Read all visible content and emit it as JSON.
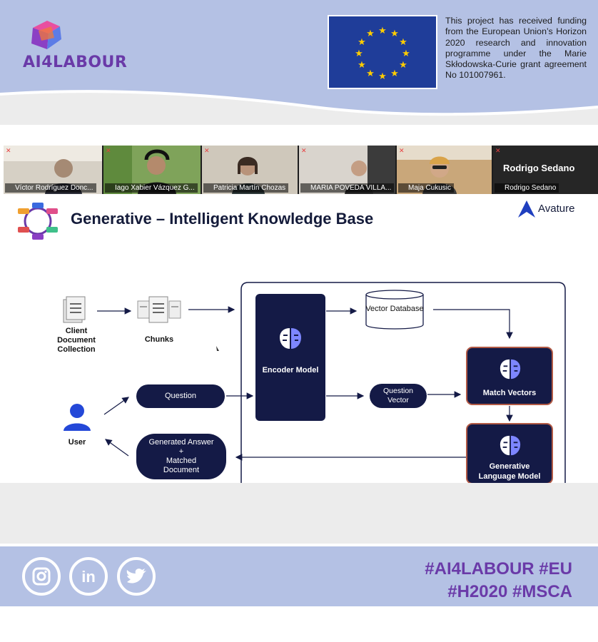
{
  "header": {
    "logo_text": "AI4LABOUR",
    "funding_text": "This project has received funding from the European Union’s Horizon 2020 research and innovation programme under the Marie Skłodowska-Curie grant agreement No 101007961."
  },
  "meeting": {
    "participants": [
      {
        "name": "Víctor Rodríguez Donc...",
        "muted": true
      },
      {
        "name": "Iago Xabier Vázquez G...",
        "muted": true
      },
      {
        "name": "Patricia Martín Chozas",
        "muted": true
      },
      {
        "name": "MARIA POVEDA VILLA...",
        "muted": true
      },
      {
        "name": "Maja Cukusic",
        "muted": true
      },
      {
        "name": "Rodrigo Sedano",
        "muted": true,
        "display_name": "Rodrigo Sedano"
      }
    ]
  },
  "slide": {
    "title": "Generative – Intelligent Knowledge Base",
    "brand": "Avature",
    "nodes": {
      "client_docs": "Client Document Collection",
      "chunks": "Chunks",
      "user": "User",
      "question": "Question",
      "answer_line1": "Generated Answer",
      "answer_line2": "+",
      "answer_line3": "Matched Document",
      "encoder": "Encoder Model",
      "vector_db": "Vector Database",
      "question_vector": "Question Vector",
      "match_vectors": "Match Vectors",
      "gen_model": "Generative Language Model"
    }
  },
  "footer": {
    "hashtags_line1": "#AI4LABOUR #EU",
    "hashtags_line2": "#H2020 #MSCA",
    "social_icons": [
      "instagram-icon",
      "linkedin-icon",
      "twitter-icon"
    ]
  },
  "colors": {
    "brand_purple": "#6a3aa8",
    "navy": "#141a46",
    "banner_blue": "#b4c1e4",
    "eu_blue": "#1f3d99",
    "eu_gold": "#ffcc00"
  }
}
